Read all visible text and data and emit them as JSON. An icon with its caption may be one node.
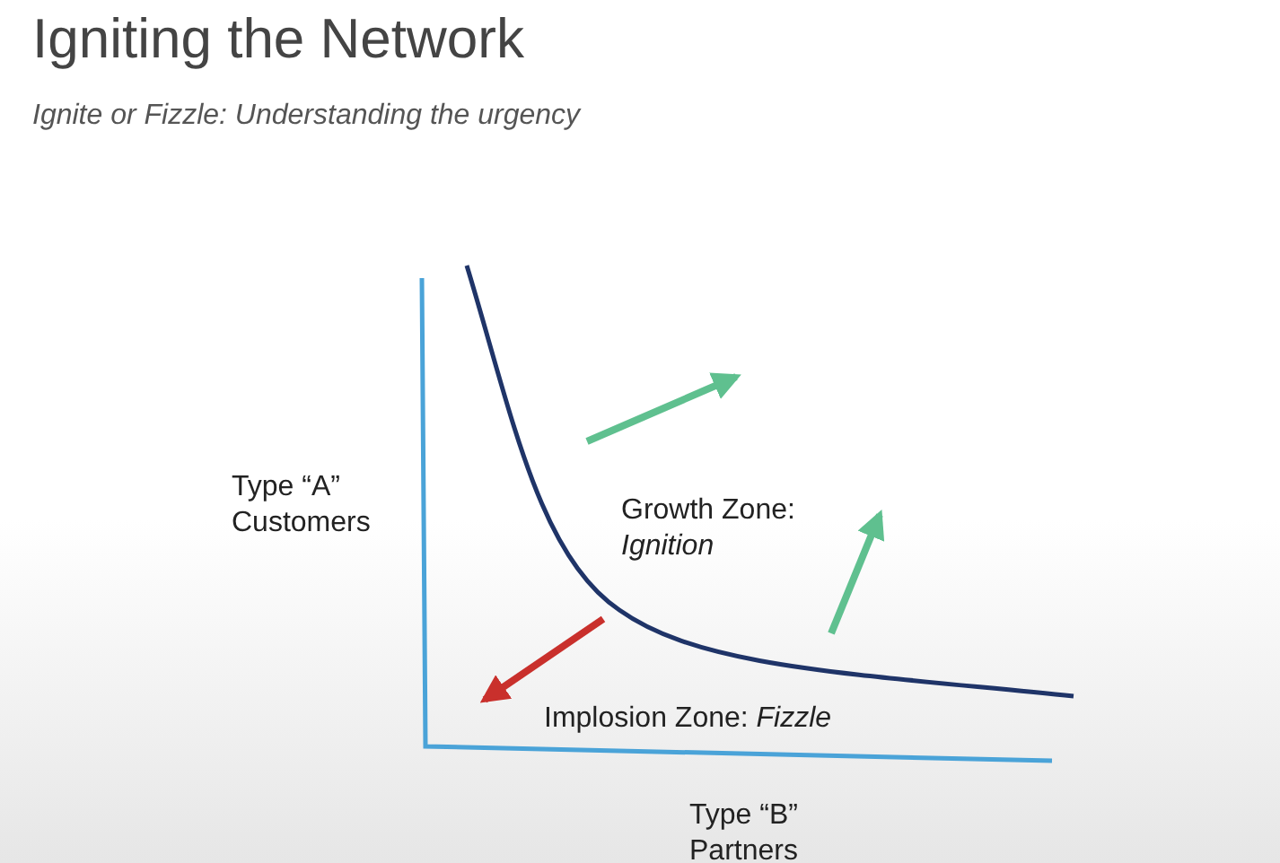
{
  "diagram": {
    "title": "Igniting the Network",
    "caption": "Ignite or Fizzle: Understanding the urgency",
    "labels": [
      "Type “A” Customers",
      "Growth Zone: *Ignition*",
      "Implosion Zone: *Fizzle*",
      "Type “B” Partners"
    ]
  }
}
